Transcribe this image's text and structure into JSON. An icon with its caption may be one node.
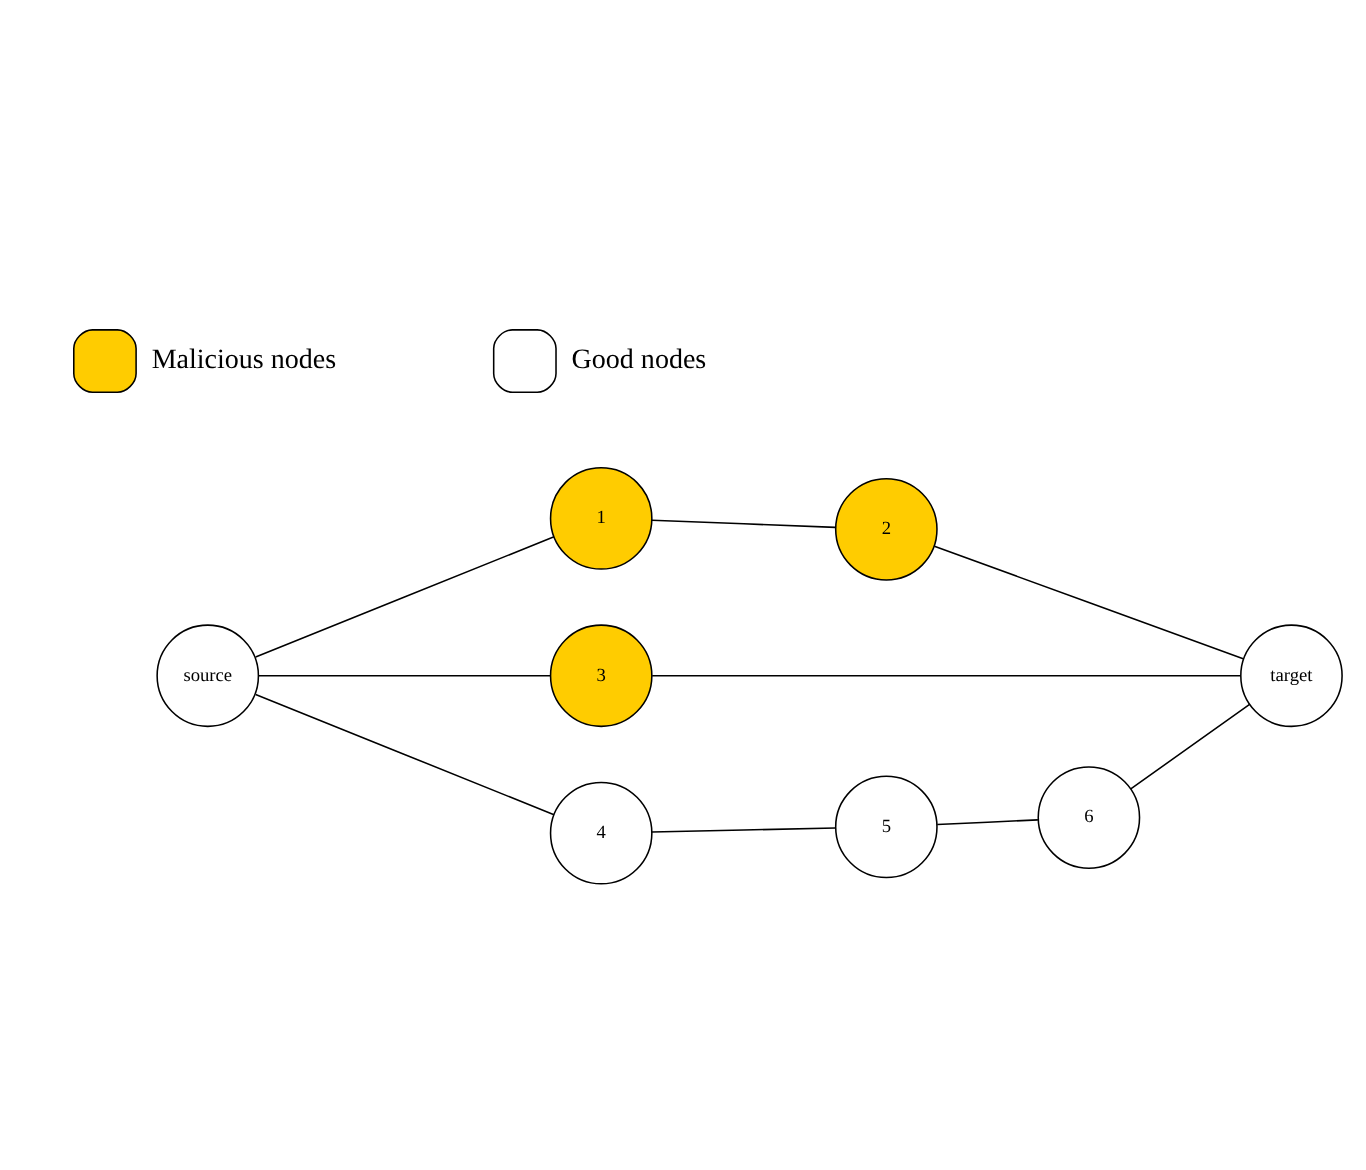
{
  "diagram": {
    "nodes": [
      {
        "text": [
          "source"
        ]
      },
      {
        "text": [
          "1"
        ]
      },
      {
        "text": [
          "2"
        ]
      },
      {
        "text": [
          "3"
        ]
      },
      {
        "text": [
          "target"
        ]
      },
      {
        "text": [
          "4"
        ]
      },
      {
        "text": [
          "5"
        ]
      },
      {
        "text": [
          "6"
        ]
      }
    ],
    "edges": [
      {
        "from": 0,
        "to": 1,
        "arrow": "none"
      },
      {
        "from": 1,
        "to": 2,
        "arrow": "none"
      },
      {
        "from": 2,
        "to": 4,
        "arrow": "none"
      },
      {
        "from": 0,
        "to": 3,
        "arrow": "none"
      },
      {
        "from": 3,
        "to": 4,
        "arrow": "none"
      },
      {
        "from": 0,
        "to": 5,
        "arrow": "none"
      },
      {
        "from": 5,
        "to": 6,
        "arrow": "none"
      },
      {
        "from": 6,
        "to": 7,
        "arrow": "none"
      },
      {
        "from": 7,
        "to": 4,
        "arrow": "none"
      }
    ],
    "legend": [
      {
        "text": "Malicious nodes",
        "color": "#ffcc00"
      },
      {
        "text": "Good nodes",
        "color": "#ffffff"
      }
    ]
  }
}
